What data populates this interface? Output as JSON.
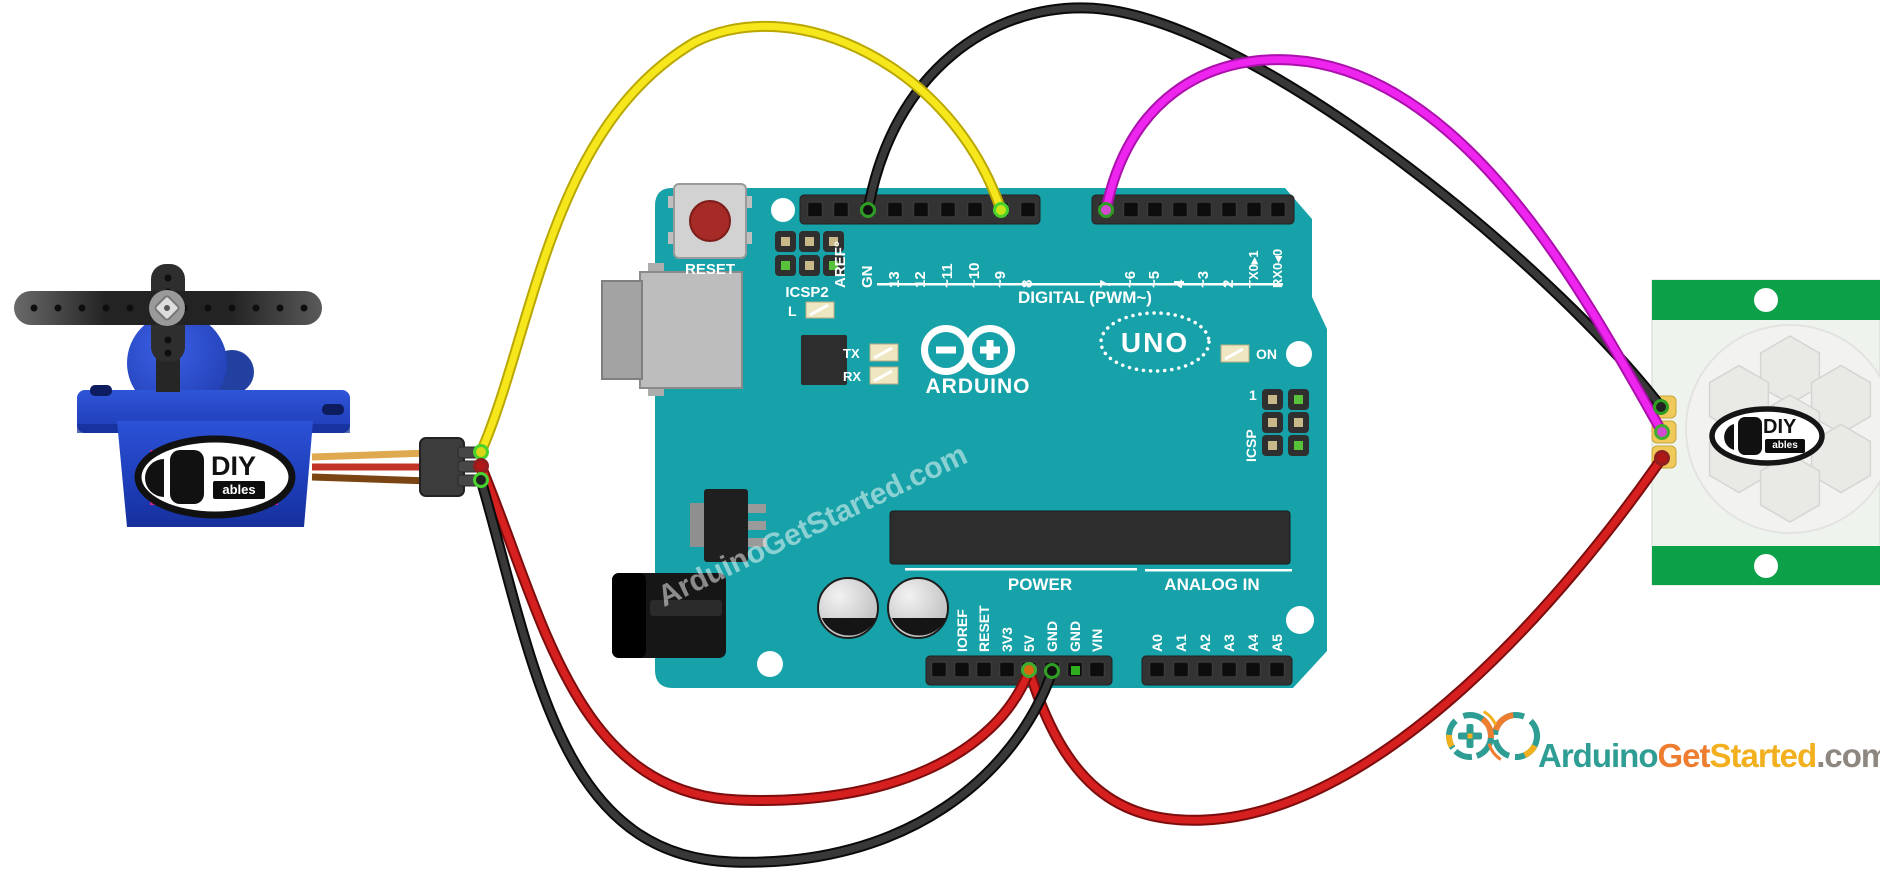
{
  "diagram": {
    "background": "#ffffff",
    "watermark": "ArduinoGetStarted.com"
  },
  "arduino": {
    "board_color": "#16a2a8",
    "brand": "ARDUINO",
    "model": "UNO",
    "labels": {
      "reset": "RESET",
      "icsp2": "ICSP2",
      "icsp": "ICSP",
      "icsp_pin1": "1",
      "on": "ON",
      "led_l": "L",
      "led_tx": "TX",
      "led_rx": "RX",
      "digital_section": "DIGITAL (PWM~)",
      "power_section": "POWER",
      "analog_section": "ANALOG IN"
    },
    "digital_pins_a": [
      "",
      "AREF°",
      "GN",
      "13",
      "12",
      "~11",
      "~10",
      "~9",
      "8"
    ],
    "digital_pins_b": [
      "7",
      "~6",
      "~5",
      "4",
      "~3",
      "2",
      "TX0▸1",
      "RX0◂0"
    ],
    "power_pins": [
      "",
      "IOREF",
      "RESET",
      "3V3",
      "5V",
      "GND",
      "GND",
      "VIN"
    ],
    "analog_pins": [
      "A0",
      "A1",
      "A2",
      "A3",
      "A4",
      "A5"
    ]
  },
  "servo": {
    "logo_top": "DIY",
    "logo_bottom": "ables",
    "body_color": "#2445c4",
    "sticker_color": "#cf2590",
    "lead_colors": [
      "#dfa94f",
      "#c23327",
      "#7a4413"
    ]
  },
  "sensor": {
    "logo_top": "DIY",
    "logo_bottom": "ables",
    "pcb_color": "#0ca048"
  },
  "footer_logo": {
    "arduino": "Arduino",
    "get": "Get",
    "started": "Started",
    "com": ".com",
    "color_arduino": "#2e9d93",
    "color_get": "#ee7d2f",
    "color_started": "#f2b01e",
    "color_com": "#8d8780"
  },
  "wires": [
    {
      "name": "sensor-ground-wire",
      "color": "#383838",
      "edge": "#0a0a0a",
      "from": "Arduino GND (digital header)",
      "to": "sensor GND pad"
    },
    {
      "name": "sensor-signal-wire",
      "color": "#ee25ee",
      "edge": "#ac10ac",
      "from": "Arduino digital pin 7",
      "to": "sensor OUT pad"
    },
    {
      "name": "sensor-power-wire",
      "color": "#d61f1f",
      "edge": "#7d0d0d",
      "from": "Arduino 5V",
      "to": "sensor VCC pad"
    },
    {
      "name": "servo-power-wire",
      "color": "#d61f1f",
      "edge": "#7d0d0d",
      "from": "servo connector",
      "to": "Arduino 5V"
    },
    {
      "name": "servo-ground-wire",
      "color": "#383838",
      "edge": "#0a0a0a",
      "from": "servo connector",
      "to": "Arduino GND (power header)"
    },
    {
      "name": "servo-signal-wire",
      "color": "#f6e71c",
      "edge": "#b9a702",
      "from": "servo connector",
      "to": "Arduino digital pin 9"
    }
  ]
}
